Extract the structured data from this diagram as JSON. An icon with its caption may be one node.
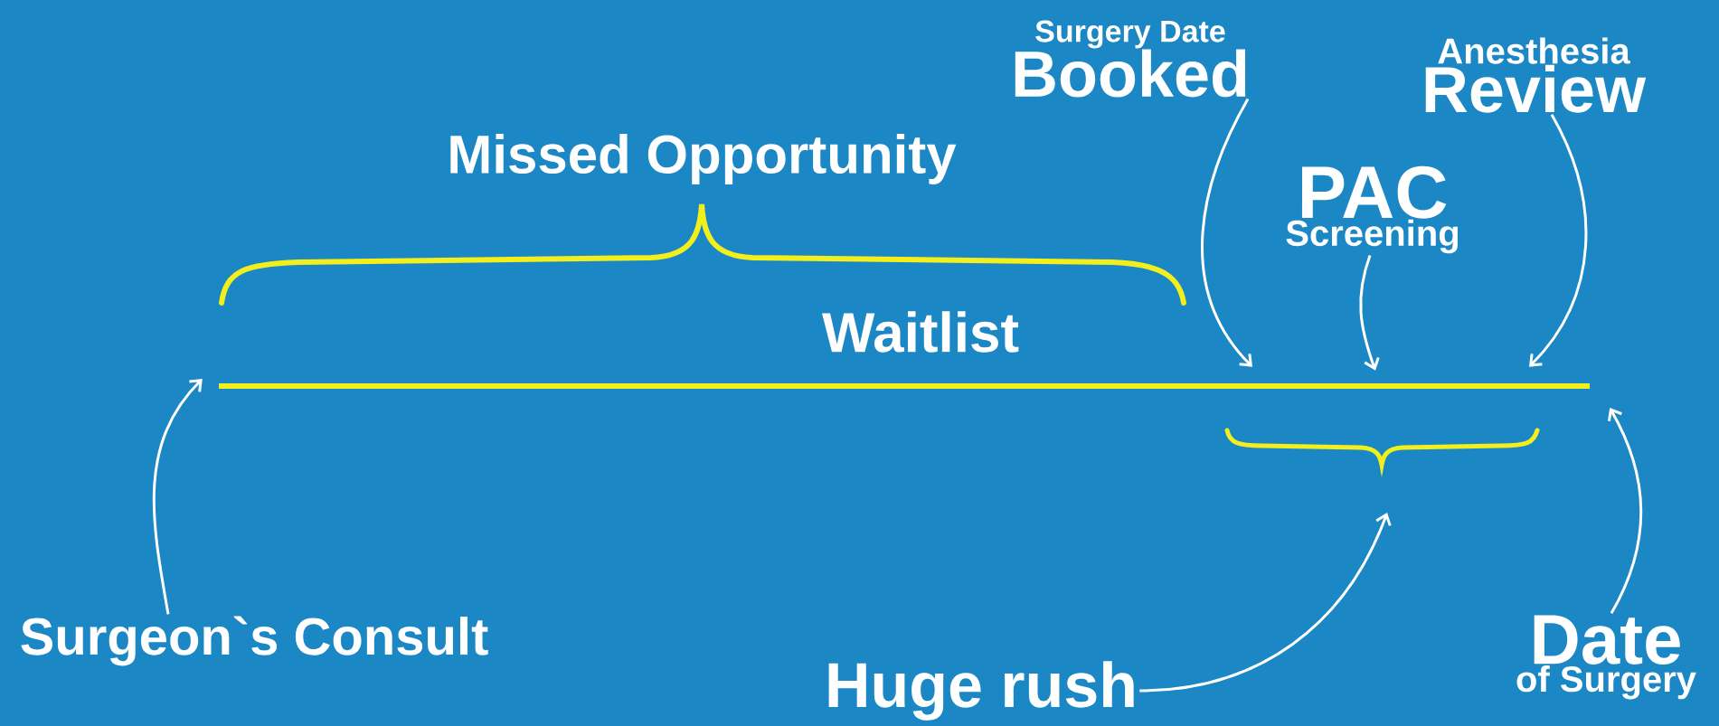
{
  "diagram": {
    "nodes": [
      {
        "text": [
          "Surgeon`s Consult"
        ]
      },
      {
        "text": [],
        "shape": "bar"
      },
      {
        "text": [
          "Surgery Date",
          "Booked"
        ]
      },
      {
        "text": [
          "PAC",
          "Screening"
        ]
      },
      {
        "text": [
          "Anesthesia",
          "Review"
        ]
      },
      {
        "text": [
          "Huge rush"
        ]
      },
      {
        "text": [
          "Date",
          "of Surgery"
        ]
      }
    ],
    "edges": [
      {
        "from": 0,
        "to": 1,
        "arrow": "to"
      },
      {
        "from": 2,
        "to": 1,
        "arrow": "to"
      },
      {
        "from": 3,
        "to": 1,
        "arrow": "to"
      },
      {
        "from": 4,
        "to": 1,
        "arrow": "to"
      },
      {
        "from": 5,
        "to": null,
        "arrow": "to"
      },
      {
        "from": 6,
        "to": 1,
        "arrow": "to"
      }
    ],
    "labels": [
      "Missed Opportunity",
      "Waitlist"
    ]
  }
}
